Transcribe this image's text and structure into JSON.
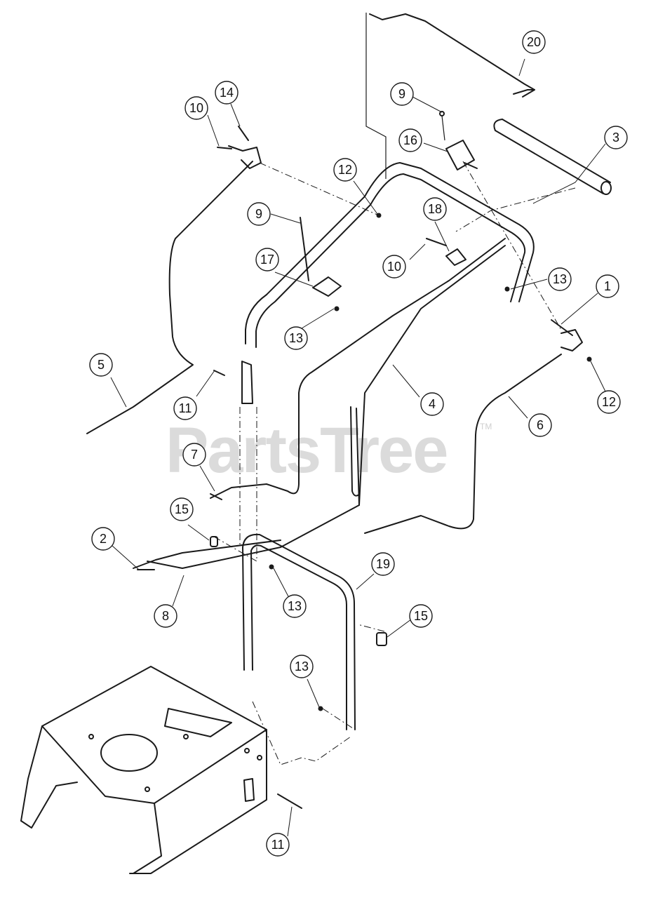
{
  "watermark": {
    "text": "PartsTree",
    "trademark": "TM"
  },
  "callouts": [
    {
      "number": "1"
    },
    {
      "number": "2"
    },
    {
      "number": "3"
    },
    {
      "number": "4"
    },
    {
      "number": "5"
    },
    {
      "number": "6"
    },
    {
      "number": "7"
    },
    {
      "number": "8"
    },
    {
      "number": "9"
    },
    {
      "number": "9"
    },
    {
      "number": "10"
    },
    {
      "number": "10"
    },
    {
      "number": "11"
    },
    {
      "number": "11"
    },
    {
      "number": "12"
    },
    {
      "number": "12"
    },
    {
      "number": "13"
    },
    {
      "number": "13"
    },
    {
      "number": "13"
    },
    {
      "number": "13"
    },
    {
      "number": "14"
    },
    {
      "number": "15"
    },
    {
      "number": "15"
    },
    {
      "number": "16"
    },
    {
      "number": "17"
    },
    {
      "number": "18"
    },
    {
      "number": "19"
    },
    {
      "number": "20"
    }
  ]
}
